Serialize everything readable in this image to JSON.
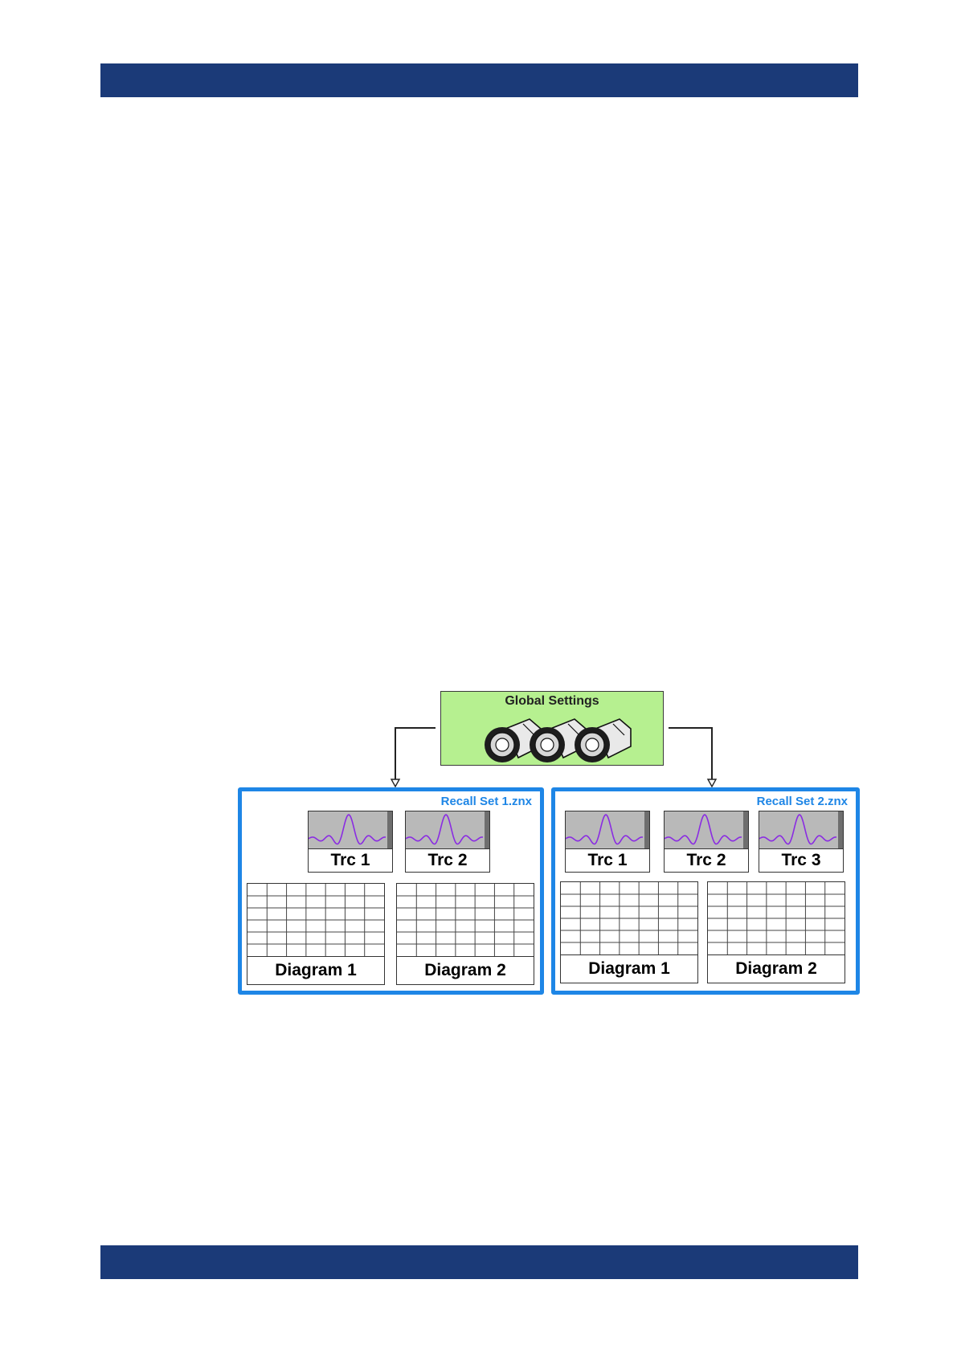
{
  "colors": {
    "band": "#1b3a78",
    "global_fill": "#b6f090",
    "recall_border": "#1e86e6",
    "trace_fill": "#b9b9b9",
    "trace_curve": "#8a2be2"
  },
  "global_settings": {
    "title": "Global Settings",
    "icon": "port-connector-icon"
  },
  "recall_sets": [
    {
      "title": "Recall Set 1.znx",
      "traces": [
        "Trc 1",
        "Trc 2"
      ],
      "diagrams": [
        "Diagram 1",
        "Diagram 2"
      ]
    },
    {
      "title": "Recall Set 2.znx",
      "traces": [
        "Trc 1",
        "Trc 2",
        "Trc 3"
      ],
      "diagrams": [
        "Diagram 1",
        "Diagram 2"
      ]
    }
  ]
}
